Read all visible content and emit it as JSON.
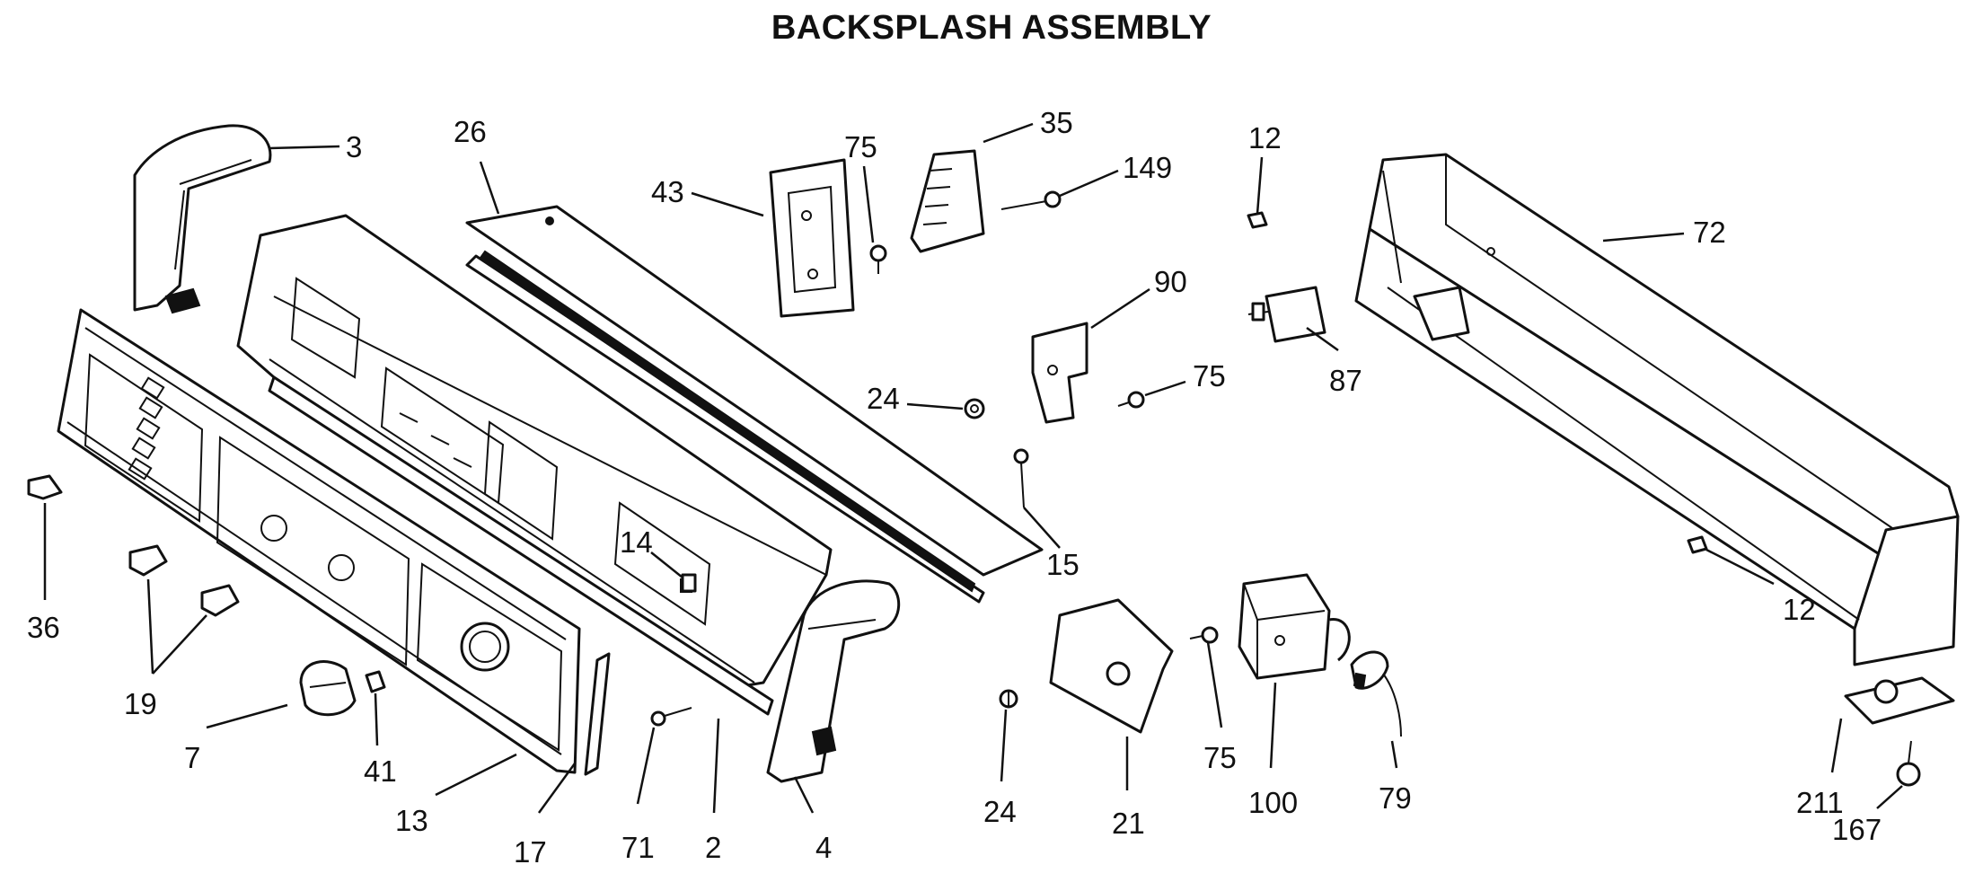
{
  "title": "BACKSPLASH ASSEMBLY",
  "callouts": [
    {
      "id": "p3",
      "label": "3"
    },
    {
      "id": "p26",
      "label": "26"
    },
    {
      "id": "p43",
      "label": "43"
    },
    {
      "id": "p75a",
      "label": "75"
    },
    {
      "id": "p35",
      "label": "35"
    },
    {
      "id": "p149",
      "label": "149"
    },
    {
      "id": "p12a",
      "label": "12"
    },
    {
      "id": "p72",
      "label": "72"
    },
    {
      "id": "p90",
      "label": "90"
    },
    {
      "id": "p87",
      "label": "87"
    },
    {
      "id": "p24a",
      "label": "24"
    },
    {
      "id": "p75b",
      "label": "75"
    },
    {
      "id": "p15",
      "label": "15"
    },
    {
      "id": "p14",
      "label": "14"
    },
    {
      "id": "p36",
      "label": "36"
    },
    {
      "id": "p19",
      "label": "19"
    },
    {
      "id": "p7",
      "label": "7"
    },
    {
      "id": "p41",
      "label": "41"
    },
    {
      "id": "p13",
      "label": "13"
    },
    {
      "id": "p17",
      "label": "17"
    },
    {
      "id": "p71",
      "label": "71"
    },
    {
      "id": "p2",
      "label": "2"
    },
    {
      "id": "p4",
      "label": "4"
    },
    {
      "id": "p24b",
      "label": "24"
    },
    {
      "id": "p21",
      "label": "21"
    },
    {
      "id": "p75c",
      "label": "75"
    },
    {
      "id": "p100",
      "label": "100"
    },
    {
      "id": "p79",
      "label": "79"
    },
    {
      "id": "p12b",
      "label": "12"
    },
    {
      "id": "p211",
      "label": "211"
    },
    {
      "id": "p167",
      "label": "167"
    }
  ]
}
